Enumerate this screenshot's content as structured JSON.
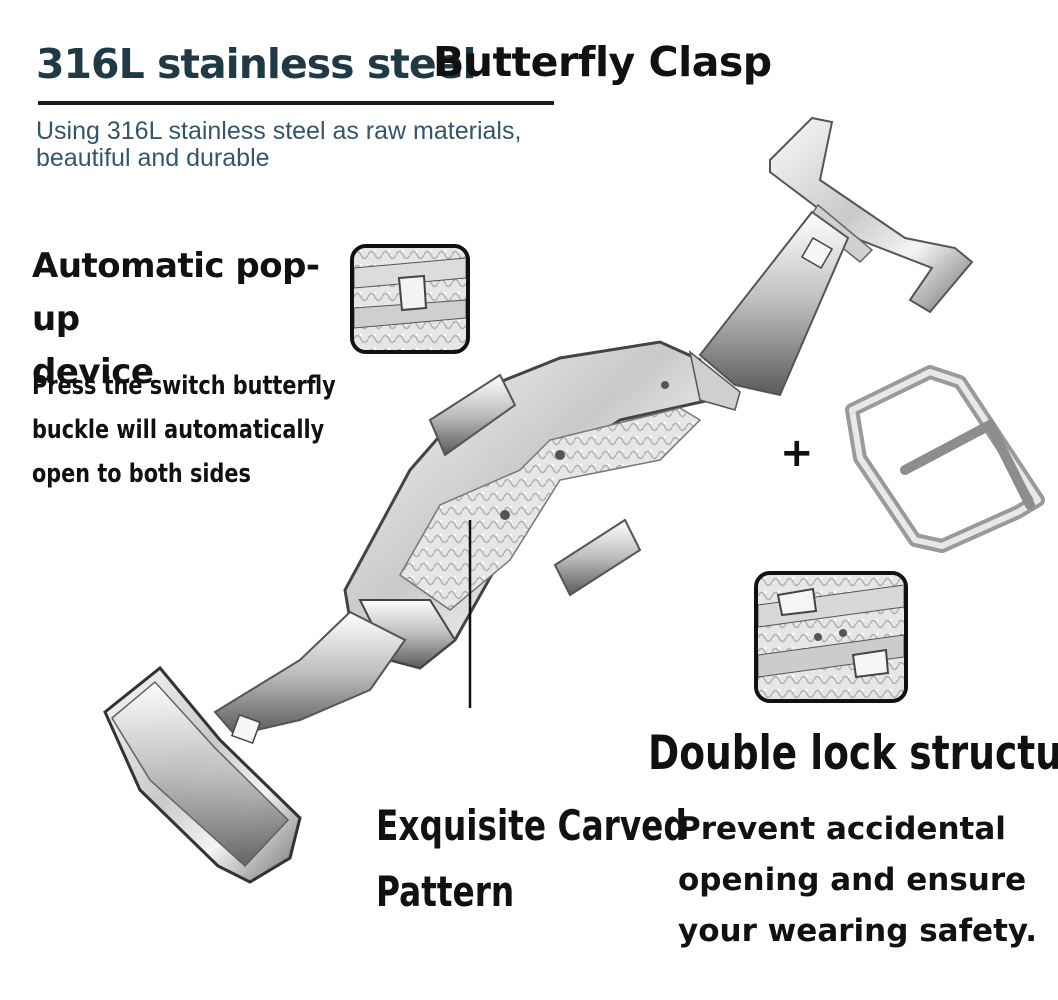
{
  "header": {
    "title_part1": "316L stainless steel",
    "title_part2": "Butterfly Clasp",
    "subtitle_line1": "Using 316L stainless steel as raw materials,",
    "subtitle_line2": "beautiful and durable"
  },
  "features": {
    "popup": {
      "heading_line1": "Automatic pop-up",
      "heading_line2": "device",
      "desc_line1": "Press the switch butterfly",
      "desc_line2": "buckle will automatically",
      "desc_line3": "open to both sides"
    },
    "carved": {
      "line1": "Exquisite Carved",
      "line2": "Pattern"
    },
    "double_lock": {
      "heading": "Double lock structure",
      "desc_line1": "Prevent accidental",
      "desc_line2": "opening and ensure",
      "desc_line3": "your wearing safety."
    }
  },
  "plus_sign": "+",
  "colors": {
    "title_accent": "#1f3a44",
    "subtitle": "#34566a",
    "steel_light": "#f2f2f2",
    "steel_dark": "#4a4a4a"
  }
}
